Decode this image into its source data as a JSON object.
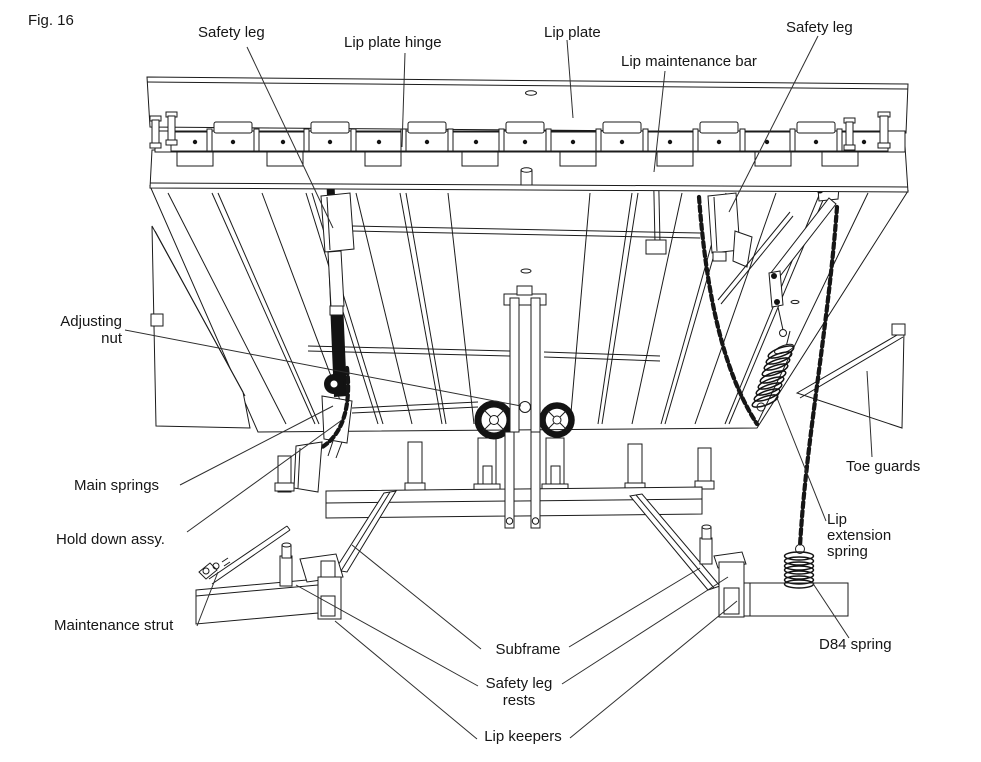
{
  "figure": {
    "title": "Fig. 16"
  },
  "colors": {
    "line": "#1b1b1b",
    "leader": "#2e2e2e",
    "background": "#ffffff",
    "spring_fill": "#131313"
  },
  "parts": {
    "safety_leg_left": "Safety leg",
    "lip_plate_hinge": "Lip plate hinge",
    "lip_plate": "Lip plate",
    "lip_maintenance_bar": "Lip maintenance bar",
    "safety_leg_right": "Safety leg",
    "adjusting_nut": "Adjusting\nnut",
    "main_springs": "Main springs",
    "hold_down_assy": "Hold down assy.",
    "maintenance_strut": "Maintenance strut",
    "subframe": "Subframe",
    "safety_leg_rests": "Safety leg\nrests",
    "lip_keepers": "Lip keepers",
    "toe_guards": "Toe guards",
    "lip_extension_spring": "Lip\nextension\nspring",
    "d84_spring": "D84 spring"
  }
}
